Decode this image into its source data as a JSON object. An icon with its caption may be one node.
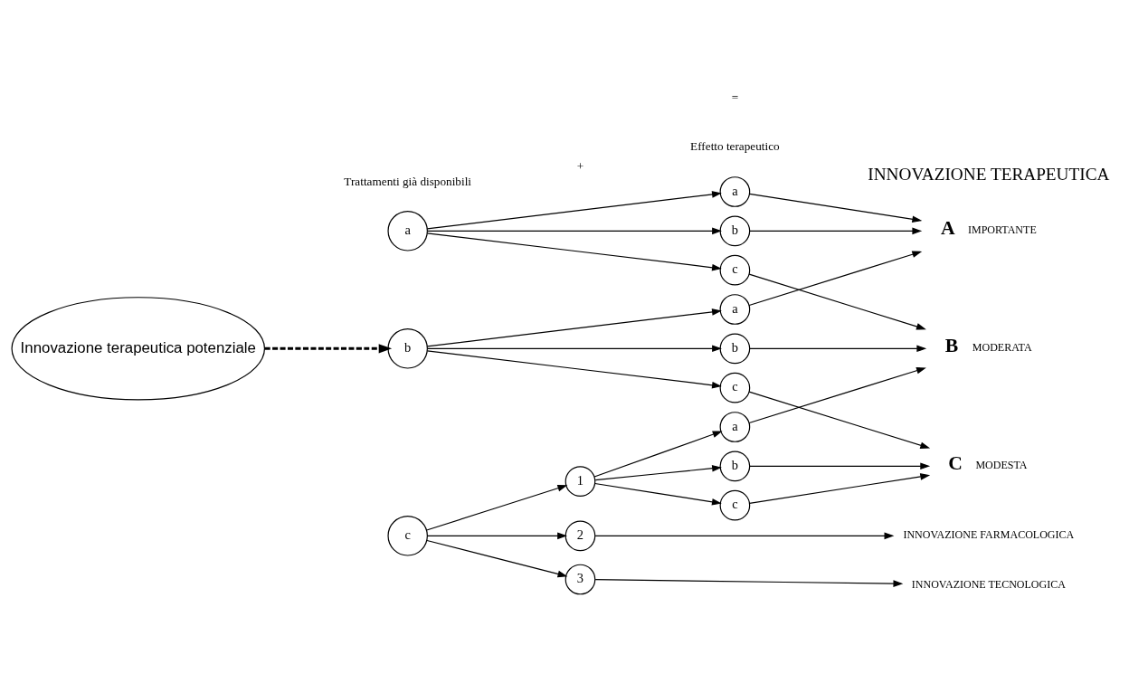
{
  "diagram": {
    "nodes": [
      {
        "text": [
          "Innovazione terapeutica potenziale"
        ]
      },
      {
        "text": [
          "a"
        ]
      },
      {
        "text": [
          "b"
        ]
      },
      {
        "text": [
          "c"
        ]
      },
      {
        "text": [
          "1"
        ]
      },
      {
        "text": [
          "2"
        ]
      },
      {
        "text": [
          "3"
        ]
      },
      {
        "text": [
          "a"
        ]
      },
      {
        "text": [
          "b"
        ]
      },
      {
        "text": [
          "c"
        ]
      },
      {
        "text": [
          "a"
        ]
      },
      {
        "text": [
          "b"
        ]
      },
      {
        "text": [
          "c"
        ]
      },
      {
        "text": [
          "a"
        ]
      },
      {
        "text": [
          "b"
        ]
      },
      {
        "text": [
          "c"
        ]
      },
      {
        "text": [
          "A"
        ],
        "beside": [
          "IMPORTANTE"
        ]
      },
      {
        "text": [
          "B"
        ],
        "beside": [
          "MODERATA"
        ]
      },
      {
        "text": [
          "C"
        ],
        "beside": [
          "MODESTA"
        ]
      },
      {
        "text": [
          "INNOVAZIONE FARMACOLOGICA"
        ]
      },
      {
        "text": [
          "INNOVAZIONE TECNOLOGICA"
        ]
      }
    ],
    "edges": [
      {
        "from": 0,
        "to": 2,
        "arrow": "to",
        "style": "dashed"
      },
      {
        "from": 1,
        "to": 7,
        "arrow": "to"
      },
      {
        "from": 1,
        "to": 8,
        "arrow": "to"
      },
      {
        "from": 1,
        "to": 9,
        "arrow": "to"
      },
      {
        "from": 7,
        "to": 16,
        "arrow": "to"
      },
      {
        "from": 8,
        "to": 16,
        "arrow": "to"
      },
      {
        "from": 9,
        "to": 17,
        "arrow": "to"
      },
      {
        "from": 2,
        "to": 10,
        "arrow": "to"
      },
      {
        "from": 2,
        "to": 11,
        "arrow": "to"
      },
      {
        "from": 2,
        "to": 12,
        "arrow": "to"
      },
      {
        "from": 10,
        "to": 16,
        "arrow": "to"
      },
      {
        "from": 11,
        "to": 17,
        "arrow": "to"
      },
      {
        "from": 12,
        "to": 18,
        "arrow": "to"
      },
      {
        "from": 3,
        "to": 4,
        "arrow": "to"
      },
      {
        "from": 3,
        "to": 5,
        "arrow": "to"
      },
      {
        "from": 3,
        "to": 6,
        "arrow": "to"
      },
      {
        "from": 4,
        "to": 13,
        "arrow": "to"
      },
      {
        "from": 4,
        "to": 14,
        "arrow": "to"
      },
      {
        "from": 4,
        "to": 15,
        "arrow": "to"
      },
      {
        "from": 13,
        "to": 17,
        "arrow": "to"
      },
      {
        "from": 14,
        "to": 18,
        "arrow": "to"
      },
      {
        "from": 15,
        "to": 18,
        "arrow": "to"
      },
      {
        "from": 5,
        "to": 19,
        "arrow": "to"
      },
      {
        "from": 6,
        "to": 20,
        "arrow": "to"
      }
    ],
    "labels": [
      "Trattamenti già disponibili",
      "+",
      "Effetto terapeutico",
      "=",
      "INNOVAZIONE TERAPEUTICA"
    ]
  }
}
